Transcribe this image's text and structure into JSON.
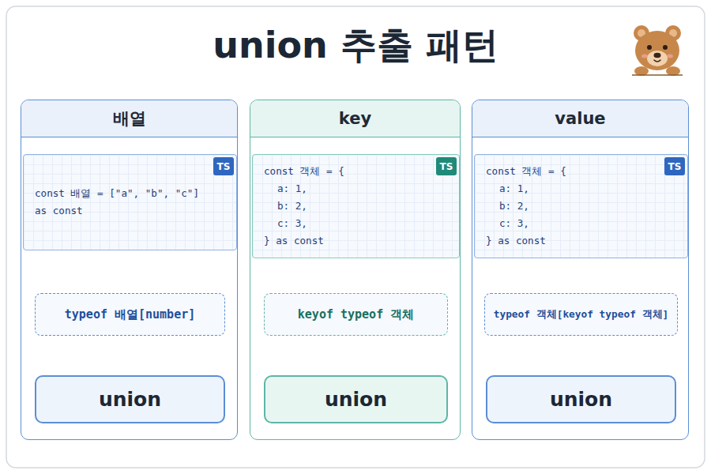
{
  "diagram": {
    "title": "union 추출 패턴",
    "nodes": [
      {
        "text": [
          "배열"
        ]
      },
      {
        "text": [
          "const 배열 = [\"a\", \"b\", \"c\"]",
          "as const"
        ],
        "in": 0
      },
      {
        "text": [
          "TS"
        ],
        "in": 1
      },
      {
        "text": [
          "typeof 배열[number]"
        ],
        "in": 0
      },
      {
        "text": [
          "union"
        ],
        "in": 0
      },
      {
        "text": [
          "key"
        ]
      },
      {
        "text": [
          "const 객체 = {",
          "a: 1,",
          "b: 2,",
          "c: 3,",
          "} as const"
        ],
        "in": 5
      },
      {
        "text": [
          "TS"
        ],
        "in": 6
      },
      {
        "text": [
          "keyof typeof 객체"
        ],
        "in": 5
      },
      {
        "text": [
          "union"
        ],
        "in": 5
      },
      {
        "text": [
          "value"
        ]
      },
      {
        "text": [
          "const 객체 = {",
          "a: 1,",
          "b: 2,",
          "c: 3,",
          "} as const"
        ],
        "in": 10
      },
      {
        "text": [
          "TS"
        ],
        "in": 11
      },
      {
        "text": [
          "typeof 객체[keyof typeof 객체]"
        ],
        "in": 10
      },
      {
        "text": [
          "union"
        ],
        "in": 10
      }
    ],
    "edges": [
      {
        "from": 1,
        "to": 3,
        "arrow": "to"
      },
      {
        "from": 3,
        "to": 4,
        "arrow": "to"
      },
      {
        "from": 6,
        "to": 8,
        "arrow": "to"
      },
      {
        "from": 8,
        "to": 9,
        "arrow": "to"
      },
      {
        "from": 11,
        "to": 13,
        "arrow": "to"
      },
      {
        "from": 13,
        "to": 14,
        "arrow": "to"
      }
    ]
  }
}
